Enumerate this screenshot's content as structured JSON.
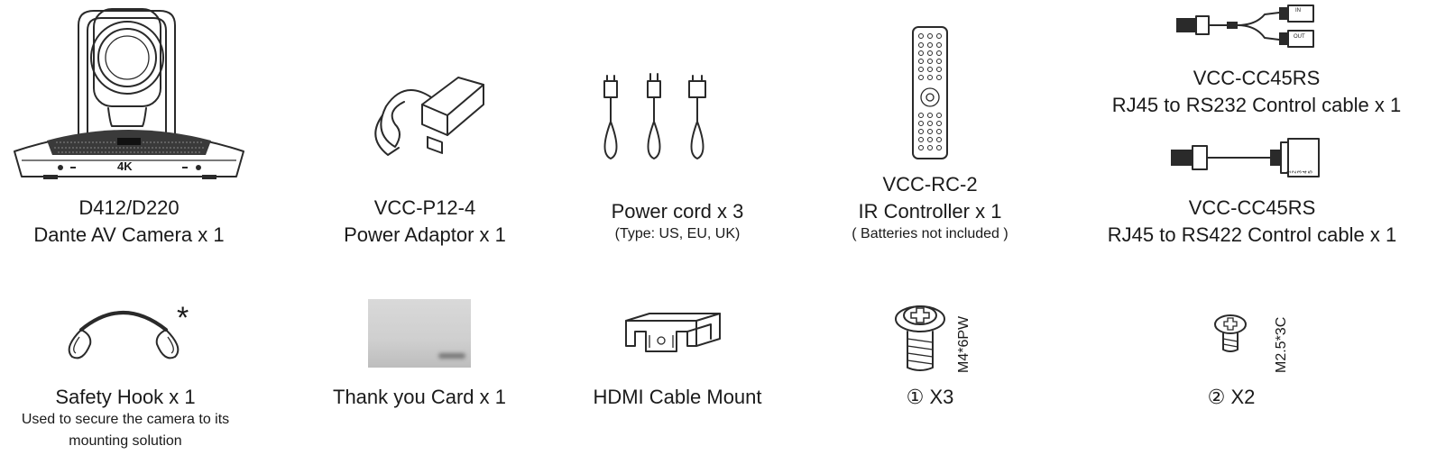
{
  "items": {
    "camera": {
      "line1": "D412/D220",
      "line2": "Dante AV Camera x 1",
      "badge": "4K"
    },
    "adaptor": {
      "line1": "VCC-P12-4",
      "line2": "Power Adaptor x 1"
    },
    "power_cord": {
      "line1": "Power cord x 3",
      "note": "(Type: US, EU, UK)"
    },
    "remote": {
      "line1": "VCC-RC-2",
      "line2": "IR Controller x 1",
      "note": "( Batteries not included )"
    },
    "rs232_cable": {
      "line1": "VCC-CC45RS",
      "line2": "RJ45 to RS232 Control cable x 1",
      "port_in": "IN",
      "port_out": "OUT"
    },
    "rs422_cable": {
      "line1": "VCC-CC45RS",
      "line2": "RJ45 to RS422 Control cable x 1",
      "connector": "1 2 3 4 5"
    },
    "safety_hook": {
      "line1": "Safety Hook x 1",
      "note_line1": "Used to secure the camera to its",
      "note_line2": "mounting solution",
      "asterisk": "*"
    },
    "thank_you_card": {
      "line1": "Thank you Card x 1"
    },
    "hdmi_mount": {
      "line1": "HDMI Cable Mount"
    },
    "screw_m4": {
      "line1": "① X3",
      "spec": "M4*6PW"
    },
    "screw_m25": {
      "line1": "② X2",
      "spec": "M2.5*3C"
    }
  },
  "colors": {
    "text": "#1a1a1a",
    "stroke": "#2a2a2a",
    "card_gray": "#d4d4d4"
  }
}
